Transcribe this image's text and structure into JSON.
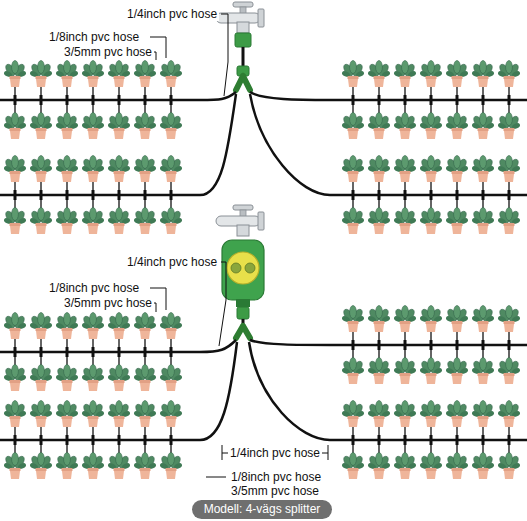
{
  "diagram": {
    "nodes": [
      {
        "text": [
          "Modell: 4-vägs splitter"
        ]
      }
    ],
    "labels": [
      "1/4inch pvc hose",
      "1/8inch pvc hose",
      "3/5mm pvc hose",
      "1/4inch pvc hose",
      "1/8inch pvc hose",
      "3/5mm pvc hose",
      "1/4inch pvc hose",
      "1/8inch pvc hose",
      "3/5mm pvc hose"
    ]
  }
}
